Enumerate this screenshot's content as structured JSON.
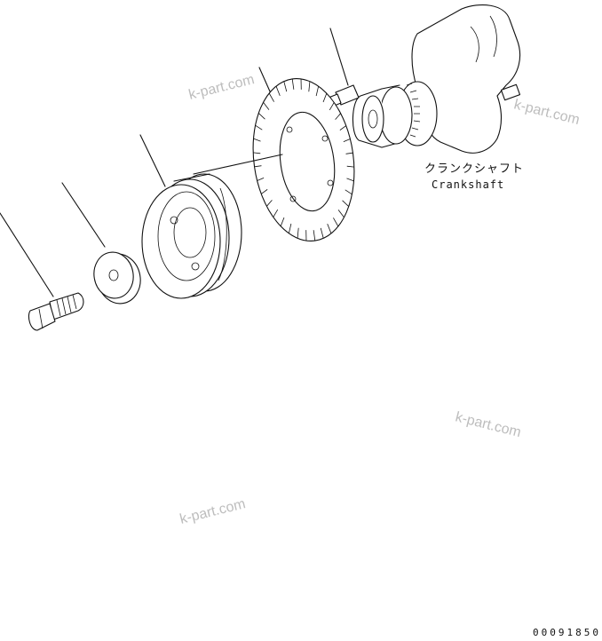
{
  "diagram": {
    "part_labels": {
      "crankshaft_jp": "クランクシャフト",
      "crankshaft_en": "Crankshaft"
    },
    "watermark": "k-part.com",
    "drawing_code": "00091850"
  }
}
